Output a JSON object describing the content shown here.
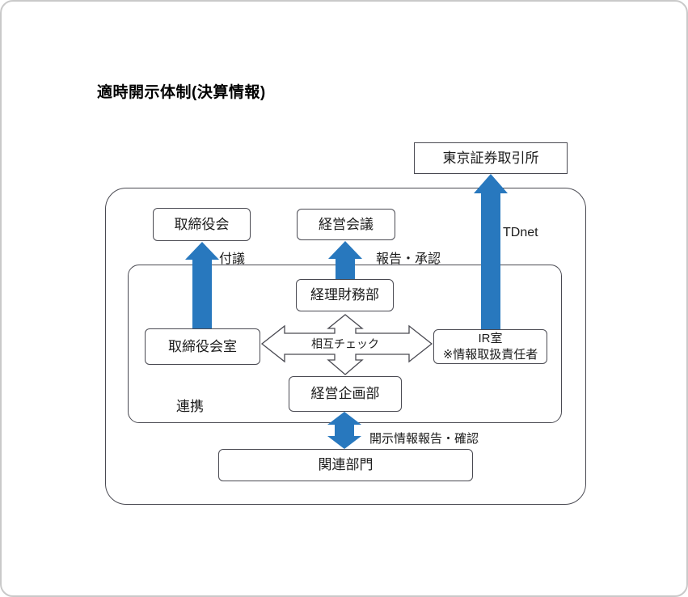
{
  "title": "適時開示体制(決算情報)",
  "colors": {
    "arrow_blue": "#2878BE",
    "line_gray": "#4a4a52"
  },
  "nodes": {
    "tse": "東京証券取引所",
    "board": "取締役会",
    "management": "経営会議",
    "finance": "経理財務部",
    "board_office": "取締役会室",
    "ir_line1": "IR室",
    "ir_line2": "※情報取扱責任者",
    "planning": "経営企画部",
    "related": "関連部門"
  },
  "labels": {
    "submission": "付議",
    "report_approval": "報告・承認",
    "tdnet": "TDnet",
    "cooperation": "連携",
    "disclosure_report_confirm": "開示情報報告・確認",
    "mutual_check": "相互チェック"
  }
}
